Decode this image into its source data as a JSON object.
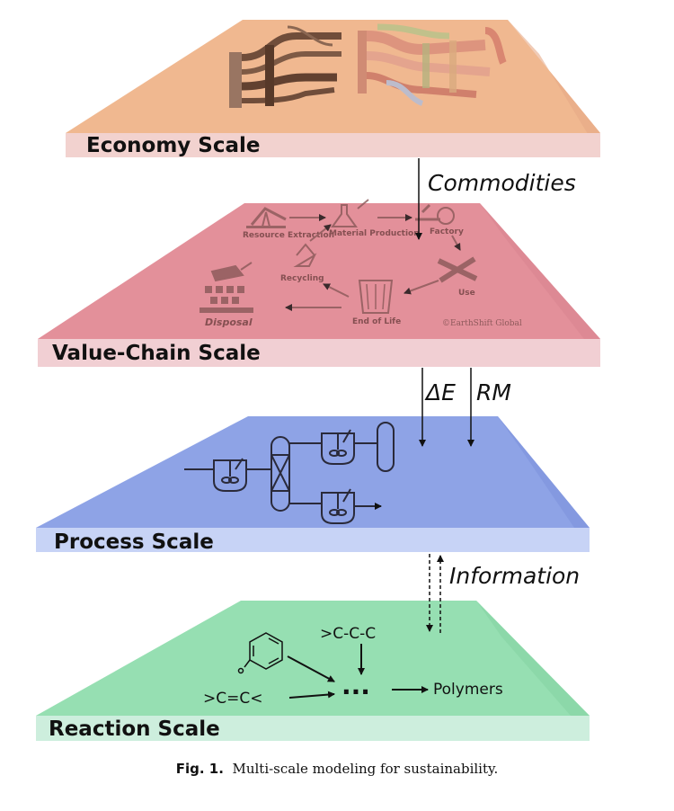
{
  "layers": {
    "economy": {
      "label": "Economy Scale",
      "color": "#eeb894"
    },
    "value_chain": {
      "label": "Value-Chain Scale",
      "color": "#e08d98",
      "stages": {
        "resource_extraction": "Resource Extraction",
        "material_production": "Material Production",
        "factory": "Factory",
        "use": "Use",
        "end_of_life": "End of Life",
        "recycling": "Recycling",
        "disposal": "Disposal"
      },
      "copyright": "©EarthShift Global"
    },
    "process": {
      "label": "Process Scale",
      "color": "#8da2e8"
    },
    "reaction": {
      "label": "Reaction Scale",
      "color": "#93deb0",
      "reactants": [
        ">C-C-C",
        ">C=C<"
      ],
      "intermediate": "...",
      "product": "Polymers"
    }
  },
  "flows": {
    "commodities": "Commodities",
    "delta_e": "ΔE",
    "rm": "RM",
    "information": "Information"
  },
  "caption": {
    "label": "Fig. 1.",
    "text": "Multi-scale modeling for sustainability."
  }
}
